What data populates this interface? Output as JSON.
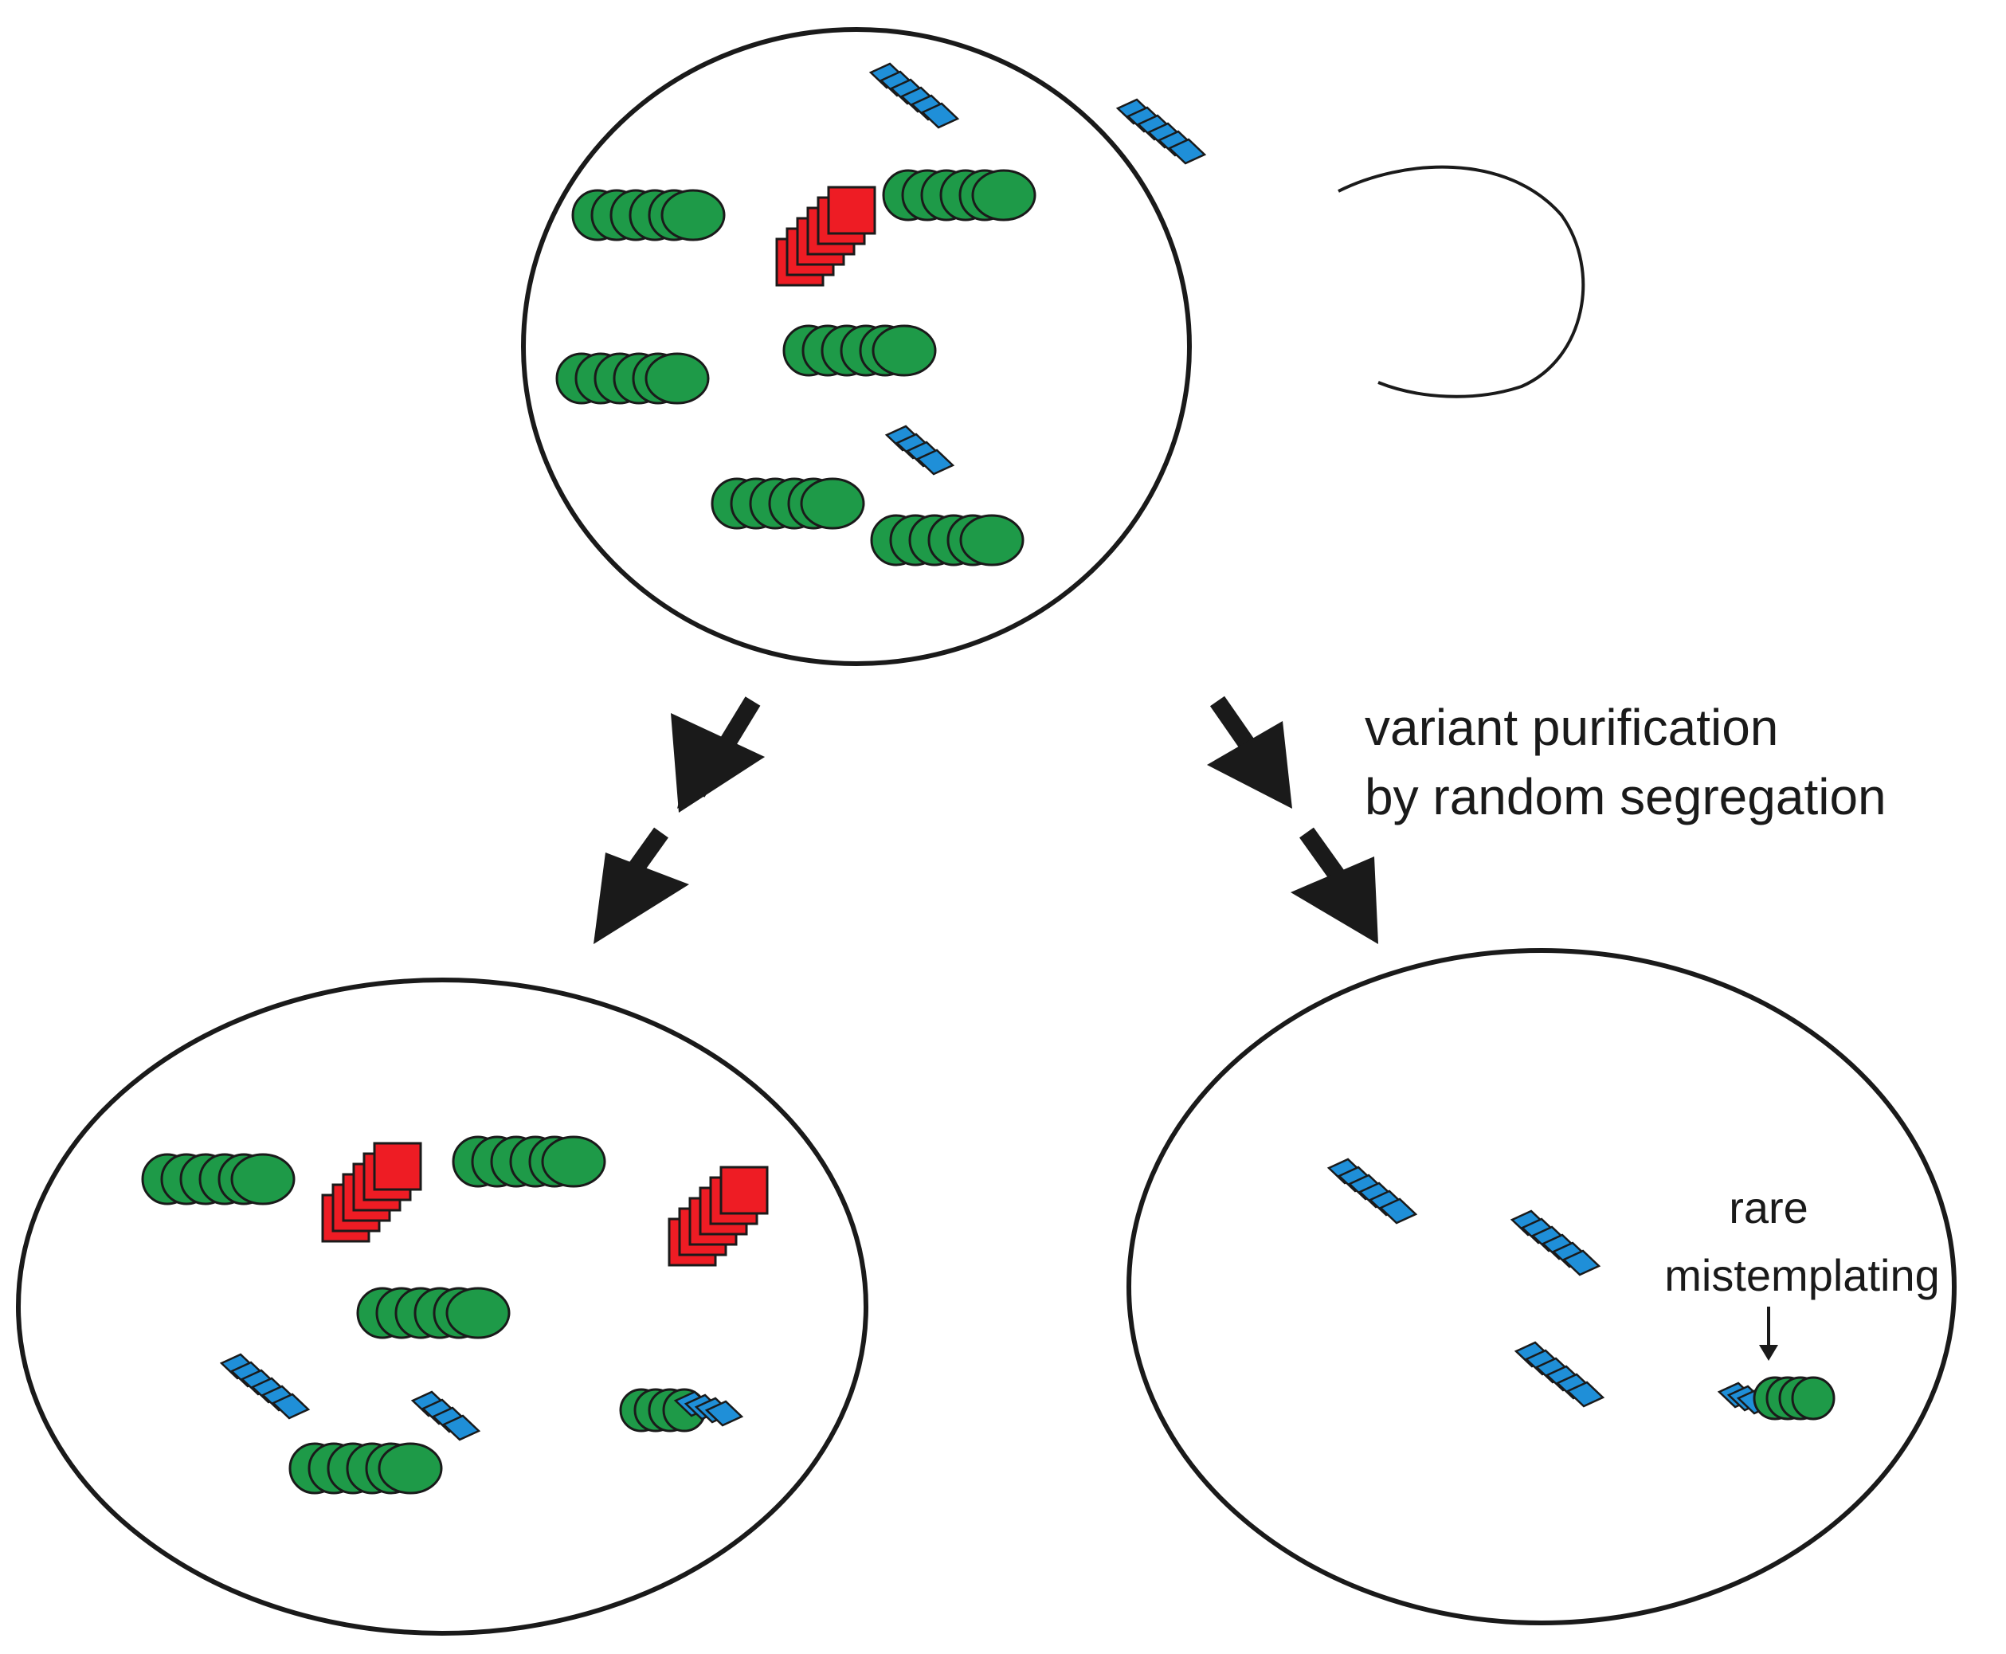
{
  "labels": {
    "purification_line1": "variant purification",
    "purification_line2": "by random segregation",
    "rare": "rare",
    "mistemplating": "mistemplating"
  },
  "colors": {
    "outline": "#1a1a1a",
    "green_fiber": "#1e9a48",
    "red_fiber": "#ee1c24",
    "blue_fiber": "#1f8fd8",
    "background": "#ffffff"
  },
  "legend_semantics": {
    "green_fiber_icon": "circle-stack-icon",
    "red_fiber_icon": "square-stack-icon",
    "blue_fiber_icon": "diamond-stack-icon"
  }
}
